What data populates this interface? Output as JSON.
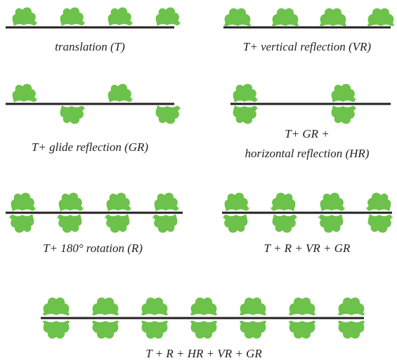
{
  "colors": {
    "motif": "#6cc24a",
    "line": "#231f20",
    "text": "#231f20",
    "background": "#ffffff"
  },
  "panels": [
    {
      "caption_lines": [
        "translation (T)"
      ]
    },
    {
      "caption_lines": [
        "T+ vertical reflection (VR)"
      ]
    },
    {
      "caption_lines": [
        "T+ glide reflection (GR)"
      ]
    },
    {
      "caption_lines": [
        "T+ GR +",
        "horizontal reflection (HR)"
      ]
    },
    {
      "caption_lines": [
        "T+ 180° rotation (R)"
      ]
    },
    {
      "caption_lines": [
        "T + R + VR + GR"
      ]
    },
    {
      "caption_lines": [
        "T + R + HR + VR + GR"
      ]
    }
  ]
}
